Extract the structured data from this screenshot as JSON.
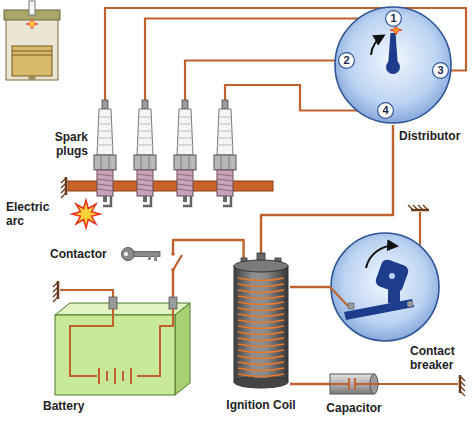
{
  "diagram": {
    "nodes": [
      {
        "text": [
          "Distributor"
        ]
      },
      {
        "text": [
          "1"
        ],
        "in": 0
      },
      {
        "text": [
          "2"
        ],
        "in": 0
      },
      {
        "text": [
          "3"
        ],
        "in": 0
      },
      {
        "text": [
          "4"
        ],
        "in": 0
      },
      {
        "text": [
          "Contact breaker"
        ]
      },
      {
        "text": [
          "Battery"
        ]
      },
      {
        "text": [
          "Ignition Coil"
        ]
      },
      {
        "text": [
          "Capacitor"
        ]
      }
    ],
    "edges": [
      {
        "from": 7,
        "to": 0,
        "arrow": "none"
      },
      {
        "from": 6,
        "to": 7,
        "arrow": "none"
      },
      {
        "from": 7,
        "to": 5,
        "arrow": "none"
      },
      {
        "from": 7,
        "to": 8,
        "arrow": "none"
      }
    ],
    "labels": [
      "Spark plugs",
      "Electric arc",
      "Contactor"
    ]
  }
}
